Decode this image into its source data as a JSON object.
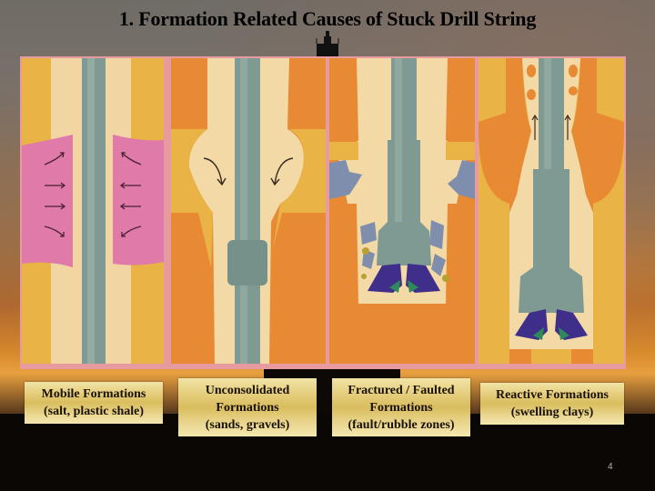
{
  "slide": {
    "title": "1. Formation Related Causes of Stuck Drill String",
    "page_number": "4"
  },
  "diagrams": [
    {
      "id": "mobile",
      "description": "Pink plastic formation squeezing inward on drill pipe"
    },
    {
      "id": "unconsolidated",
      "description": "Loose sands/gravels collapsing into hole around pipe and tool joint"
    },
    {
      "id": "fractured",
      "description": "Blue rubble blocks falling around drill collar and bit"
    },
    {
      "id": "reactive",
      "description": "Swelling clay formation narrowing hole with upward-moving cuttings above bit"
    }
  ],
  "labels": [
    {
      "lines": [
        "Mobile Formations",
        "(salt, plastic shale)"
      ]
    },
    {
      "lines": [
        "Unconsolidated",
        "Formations",
        "(sands, gravels)"
      ]
    },
    {
      "lines": [
        "Fractured / Faulted",
        "Formations",
        "(fault/rubble zones)"
      ]
    },
    {
      "lines": [
        "Reactive Formations",
        "(swelling clays)"
      ]
    }
  ],
  "colors": {
    "pipe": "#7f9a92",
    "pink_formation": "#e07aa8",
    "orange_formation": "#e88a34",
    "yellow_formation": "#e9b346",
    "cream_hole": "#f3d9a6",
    "rubble_blue": "#7f8eac",
    "bit_purple": "#3f2f8a",
    "label_gold": "#e4cd7c"
  }
}
